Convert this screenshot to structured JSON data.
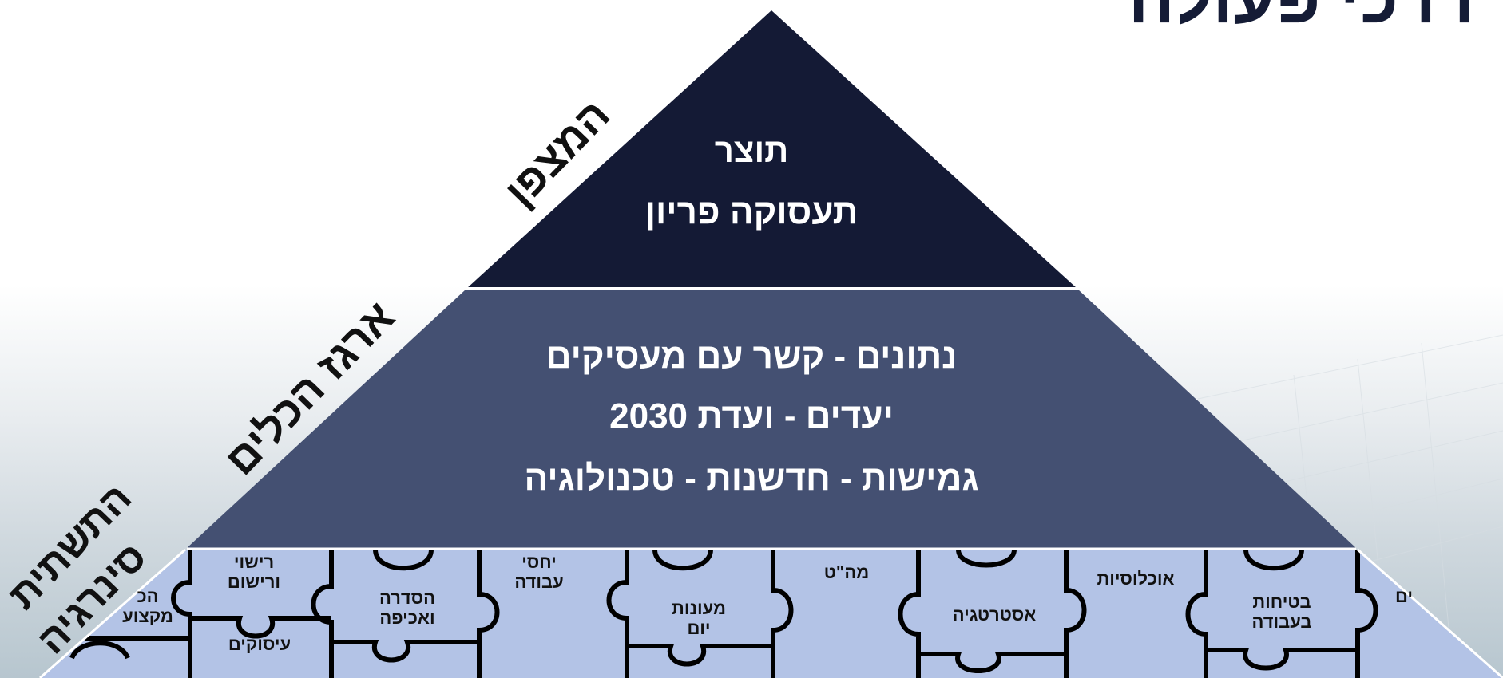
{
  "title": "דרכי פעולה",
  "pyramid": {
    "top": {
      "side_label": "המצפן",
      "lines": [
        "תוצר",
        "תעסוקה  פריון"
      ]
    },
    "middle": {
      "side_label": "ארגז הכלים",
      "lines": [
        "נתונים - קשר עם מעסיקים",
        "יעדים   -  ועדת 2030",
        "גמישות   -  חדשנות  -  טכנולוגיה"
      ]
    },
    "bottom": {
      "side_label_line1": "התשתית",
      "side_label_line2": "סינרגיה",
      "pieces": [
        "הכ\nמקצוע",
        "רישוי\nורישום",
        "עיסוקים",
        "הסדרה\nואכיפה",
        "יחסי\nעבודה",
        "מעונות\nיום",
        "מה\"ט",
        "אסטרטגיה",
        "אוכלוסיות",
        "בטיחות\nבעבודה",
        "ים"
      ]
    }
  },
  "colors": {
    "title": "#151c36",
    "top_tier": "#141a35",
    "middle_tier": "#445072",
    "puzzle_fill": "#b3c3e6",
    "puzzle_line": "#000000"
  }
}
